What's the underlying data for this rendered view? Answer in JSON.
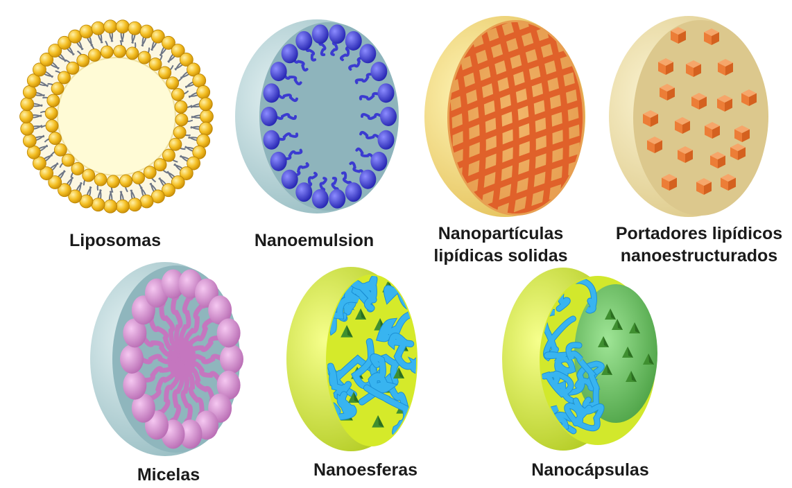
{
  "figure": {
    "items": [
      {
        "id": "liposomas",
        "label": "Liposomas"
      },
      {
        "id": "nanoemulsion",
        "label": "Nanoemulsion"
      },
      {
        "id": "nlp-solidas",
        "label_line1": "Nanopartículas",
        "label_line2": "lipídicas solidas"
      },
      {
        "id": "portadores",
        "label_line1": "Portadores lipídicos",
        "label_line2": "nanoestructurados"
      },
      {
        "id": "micelas",
        "label": "Micelas"
      },
      {
        "id": "nanoesferas",
        "label": "Nanoesferas"
      },
      {
        "id": "nanocapsulas",
        "label": "Nanocápsulas"
      }
    ],
    "colors": {
      "liposome_head": "#f2b81c",
      "liposome_core": "#fffbd6",
      "emulsion_shell": "#b3d5d8",
      "emulsion_face": "#8fb5bd",
      "emulsion_droplet": "#3f3fd6",
      "sln_shell": "#f3d86a",
      "sln_face": "#eaa55a",
      "sln_mesh": "#e2672b",
      "nlc_shell": "#efe2a4",
      "nlc_face": "#ddc98f",
      "nlc_crystal": "#ef7d3b",
      "micelle_shell": "#aed0d4",
      "micelle_head": "#d98fd3",
      "polymer_shell": "#d9ec2c",
      "polymer_chain": "#27a6e8",
      "drug_cone": "#3a8a2e",
      "capsule_core": "#78cf6a"
    }
  }
}
